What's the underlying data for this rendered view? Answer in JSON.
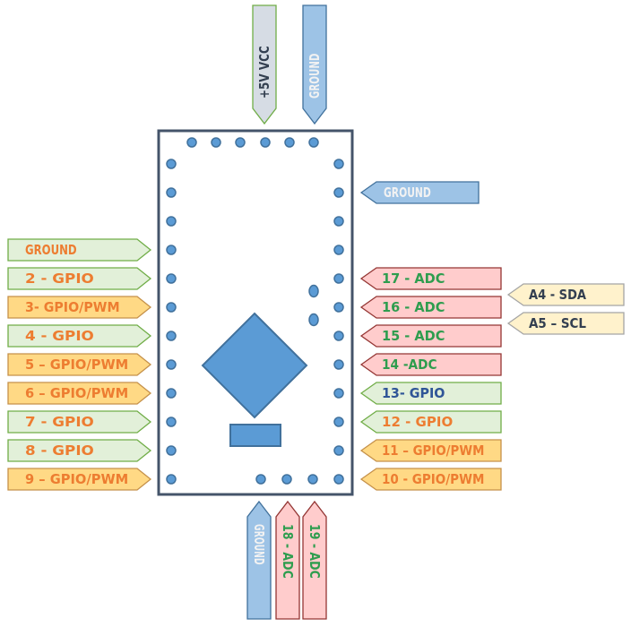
{
  "title": "Arduino Pro Mini Pinout",
  "styles": {
    "ground": {
      "fill": "#9dc3e6",
      "stroke": "#41719c",
      "text": "#f2f2f2"
    },
    "vcc": {
      "fill": "#d6dce4",
      "stroke": "#70ad47",
      "text": "#333f50"
    },
    "gpio": {
      "fill": "#e2f0d9",
      "stroke": "#70ad47",
      "text": "#ed7d31"
    },
    "pwm": {
      "fill": "#ffd985",
      "stroke": "#c5914a",
      "text": "#ed7d31"
    },
    "adc": {
      "fill": "#ffcccc",
      "stroke": "#943634",
      "text": "#2e9d4e"
    },
    "gpio13": {
      "fill": "#e2f0d9",
      "stroke": "#70ad47",
      "text": "#2f5597"
    },
    "i2c": {
      "fill": "#fff2cc",
      "stroke": "#a5a5a5",
      "text": "#333f50"
    }
  },
  "board": {
    "outline_color": "#44546a",
    "pad_fill": "#5b9bd5",
    "pad_stroke": "#41719c",
    "chip_fill": "#5b9bd5",
    "chip_stroke": "#41719c"
  },
  "top_labels": [
    {
      "text": "+5V VCC",
      "style": "vcc"
    },
    {
      "text": "GROUND",
      "style": "ground"
    }
  ],
  "left_labels": [
    {
      "text": "GROUND",
      "style": "gpio"
    },
    {
      "text": "2 - GPIO",
      "style": "gpio"
    },
    {
      "text": "3- GPIO/PWM",
      "style": "pwm"
    },
    {
      "text": "4 - GPIO",
      "style": "gpio"
    },
    {
      "text": "5 – GPIO/PWM",
      "style": "pwm"
    },
    {
      "text": "6 – GPIO/PWM",
      "style": "pwm"
    },
    {
      "text": "7 - GPIO",
      "style": "gpio"
    },
    {
      "text": "8 - GPIO",
      "style": "gpio"
    },
    {
      "text": "9 – GPIO/PWM",
      "style": "pwm"
    }
  ],
  "right_labels": [
    {
      "text": "GROUND",
      "style": "ground",
      "row": 1
    },
    {
      "text": "17 - ADC",
      "style": "adc",
      "row": 4
    },
    {
      "text": "16 - ADC",
      "style": "adc",
      "row": 5
    },
    {
      "text": "15 - ADC",
      "style": "adc",
      "row": 6
    },
    {
      "text": "14 -ADC",
      "style": "adc",
      "row": 7
    },
    {
      "text": "13- GPIO",
      "style": "gpio13",
      "row": 8
    },
    {
      "text": "12 - GPIO",
      "style": "gpio",
      "row": 9
    },
    {
      "text": "11 – GPIO/PWM",
      "style": "pwm",
      "row": 10
    },
    {
      "text": "10 - GPIO/PWM",
      "style": "pwm",
      "row": 11
    }
  ],
  "far_right_labels": [
    {
      "text": "A4 - SDA",
      "style": "i2c"
    },
    {
      "text": "A5 – SCL",
      "style": "i2c"
    }
  ],
  "bottom_labels": [
    {
      "text": "GROUND",
      "style": "ground"
    },
    {
      "text": "18 - ADC",
      "style": "adc"
    },
    {
      "text": "19 - ADC",
      "style": "adc"
    }
  ]
}
